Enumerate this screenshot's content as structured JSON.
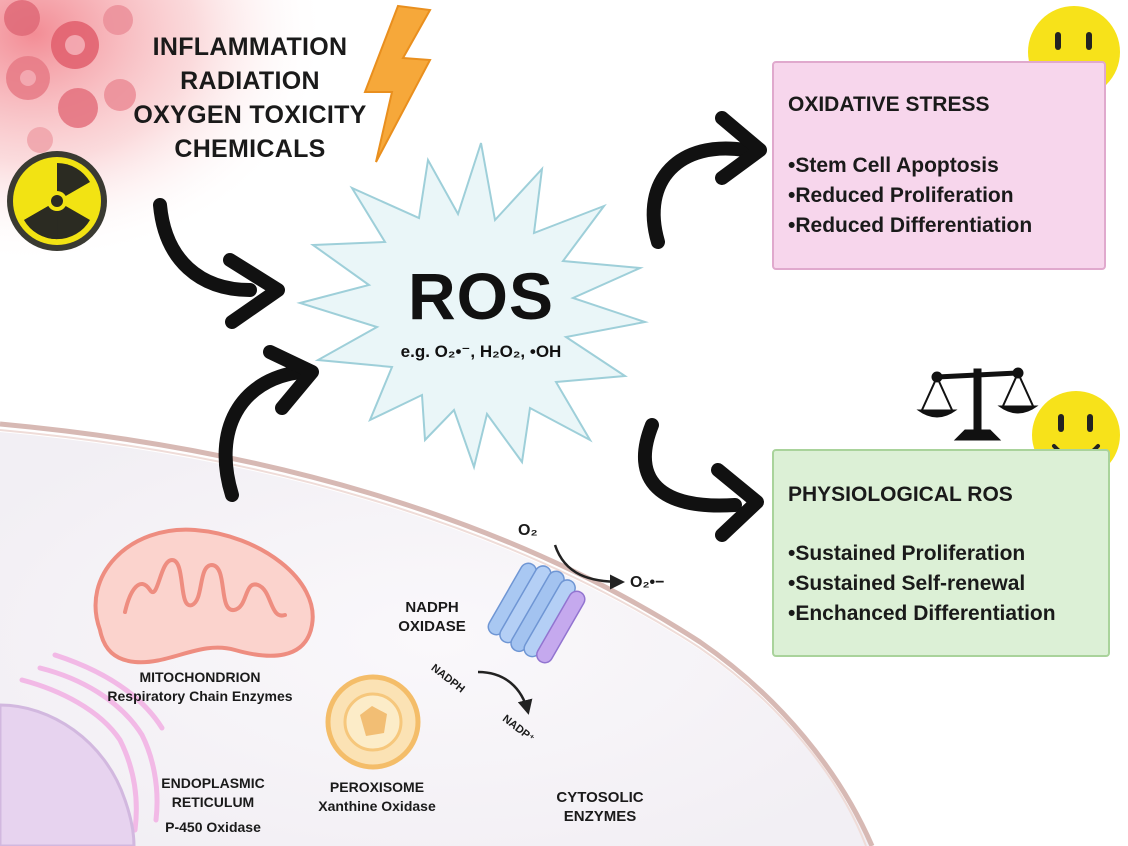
{
  "causes": [
    "INFLAMMATION",
    "RADIATION",
    "OXYGEN TOXICITY",
    "CHEMICALS"
  ],
  "ros": {
    "title": "ROS",
    "examples": "e.g. O₂•⁻, H₂O₂, •OH"
  },
  "oxidative_stress": {
    "title": "OXIDATIVE STRESS",
    "items": [
      "•Stem Cell Apoptosis",
      "•Reduced Proliferation",
      "•Reduced Differentiation"
    ]
  },
  "physiological_ros": {
    "title": "PHYSIOLOGICAL ROS",
    "items": [
      "•Sustained Proliferation",
      "•Sustained Self-renewal",
      "•Enchanced Differentiation"
    ]
  },
  "sources": {
    "mitochondrion": {
      "name": "MITOCHONDRION",
      "enzyme": "Respiratory Chain Enzymes"
    },
    "er": {
      "name_line1": "ENDOPLASMIC",
      "name_line2": "RETICULUM",
      "enzyme": "P-450 Oxidase"
    },
    "peroxisome": {
      "name": "PEROXISOME",
      "enzyme": "Xanthine Oxidase"
    },
    "cytosolic": {
      "line1": "CYTOSOLIC",
      "line2": "ENZYMES"
    },
    "nadph_oxidase": {
      "line1": "NADPH",
      "line2": "OXIDASE"
    }
  },
  "reaction": {
    "o2": "O₂",
    "o2_radical": "O₂•−",
    "nadph": "NADPH",
    "nadp": "NADP⁺"
  },
  "colors": {
    "stress_box": "#f7d6ec",
    "phys_box": "#dcf0d6",
    "starburst": "#eaf6f8",
    "arrow": "#111111",
    "lightning": "#f6a83a",
    "smiley": "#f7e21a",
    "mito": "#f29a8c"
  },
  "icons": [
    "lightning-icon",
    "radiation-icon",
    "sad-face-icon",
    "happy-face-icon",
    "balance-scale-icon"
  ]
}
